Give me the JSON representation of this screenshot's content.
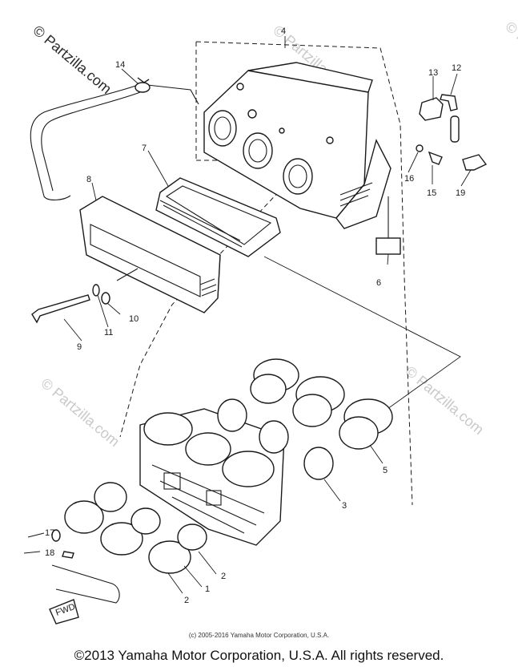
{
  "watermark": {
    "text": "© Partzilla.com"
  },
  "callouts": {
    "c1": "1",
    "c2a": "2",
    "c2b": "2",
    "c3": "3",
    "c4": "4",
    "c5": "5",
    "c6": "6",
    "c7": "7",
    "c8": "8",
    "c9": "9",
    "c10": "10",
    "c11": "11",
    "c12": "12",
    "c13": "13",
    "c14": "14",
    "c15": "15",
    "c16": "16",
    "c17": "17",
    "c18": "18",
    "c19": "19"
  },
  "fwd_mark": "FWD",
  "footer": {
    "small": "(c) 2005-2016 Yamaha Motor Corporation, U.S.A.",
    "main": "©2013 Yamaha Motor Corporation, U.S.A. All rights reserved."
  },
  "colors": {
    "ink": "#1a1a1a",
    "watermark": "#c9c9c9",
    "background": "#ffffff"
  }
}
